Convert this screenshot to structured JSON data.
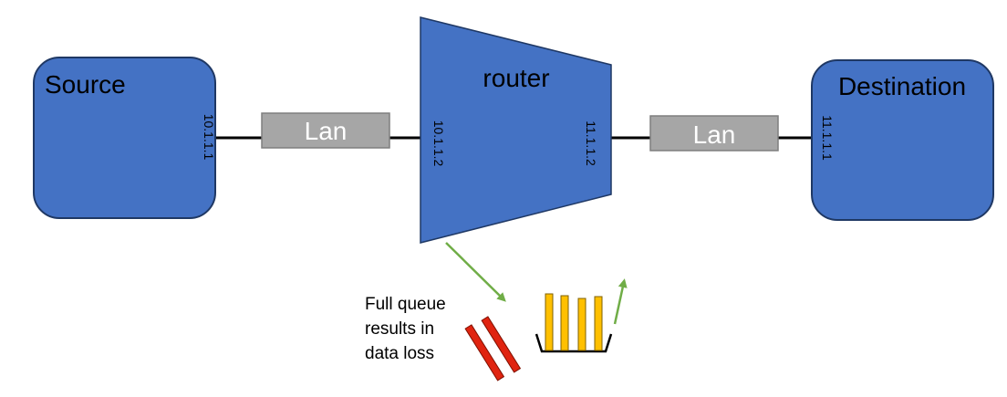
{
  "colors": {
    "node_fill": "#4472c4",
    "node_stroke": "#1f3864",
    "lan_fill": "#a6a6a6",
    "lan_stroke": "#7f7f7f",
    "arrow": "#70ad47",
    "queue_packet": "#ffc000",
    "dropped_packet": "#e02410"
  },
  "nodes": {
    "source": {
      "label": "Source",
      "ip": "10.1.1.1"
    },
    "router": {
      "label": "router",
      "ip_left": "10.1.1.2",
      "ip_right": "11.1.1.2"
    },
    "destination": {
      "label": "Destination",
      "ip": "11.1.1.1"
    }
  },
  "links": {
    "left": {
      "label": "Lan"
    },
    "right": {
      "label": "Lan"
    }
  },
  "queue": {
    "note_lines": [
      "Full queue",
      "results in",
      "data loss"
    ]
  }
}
